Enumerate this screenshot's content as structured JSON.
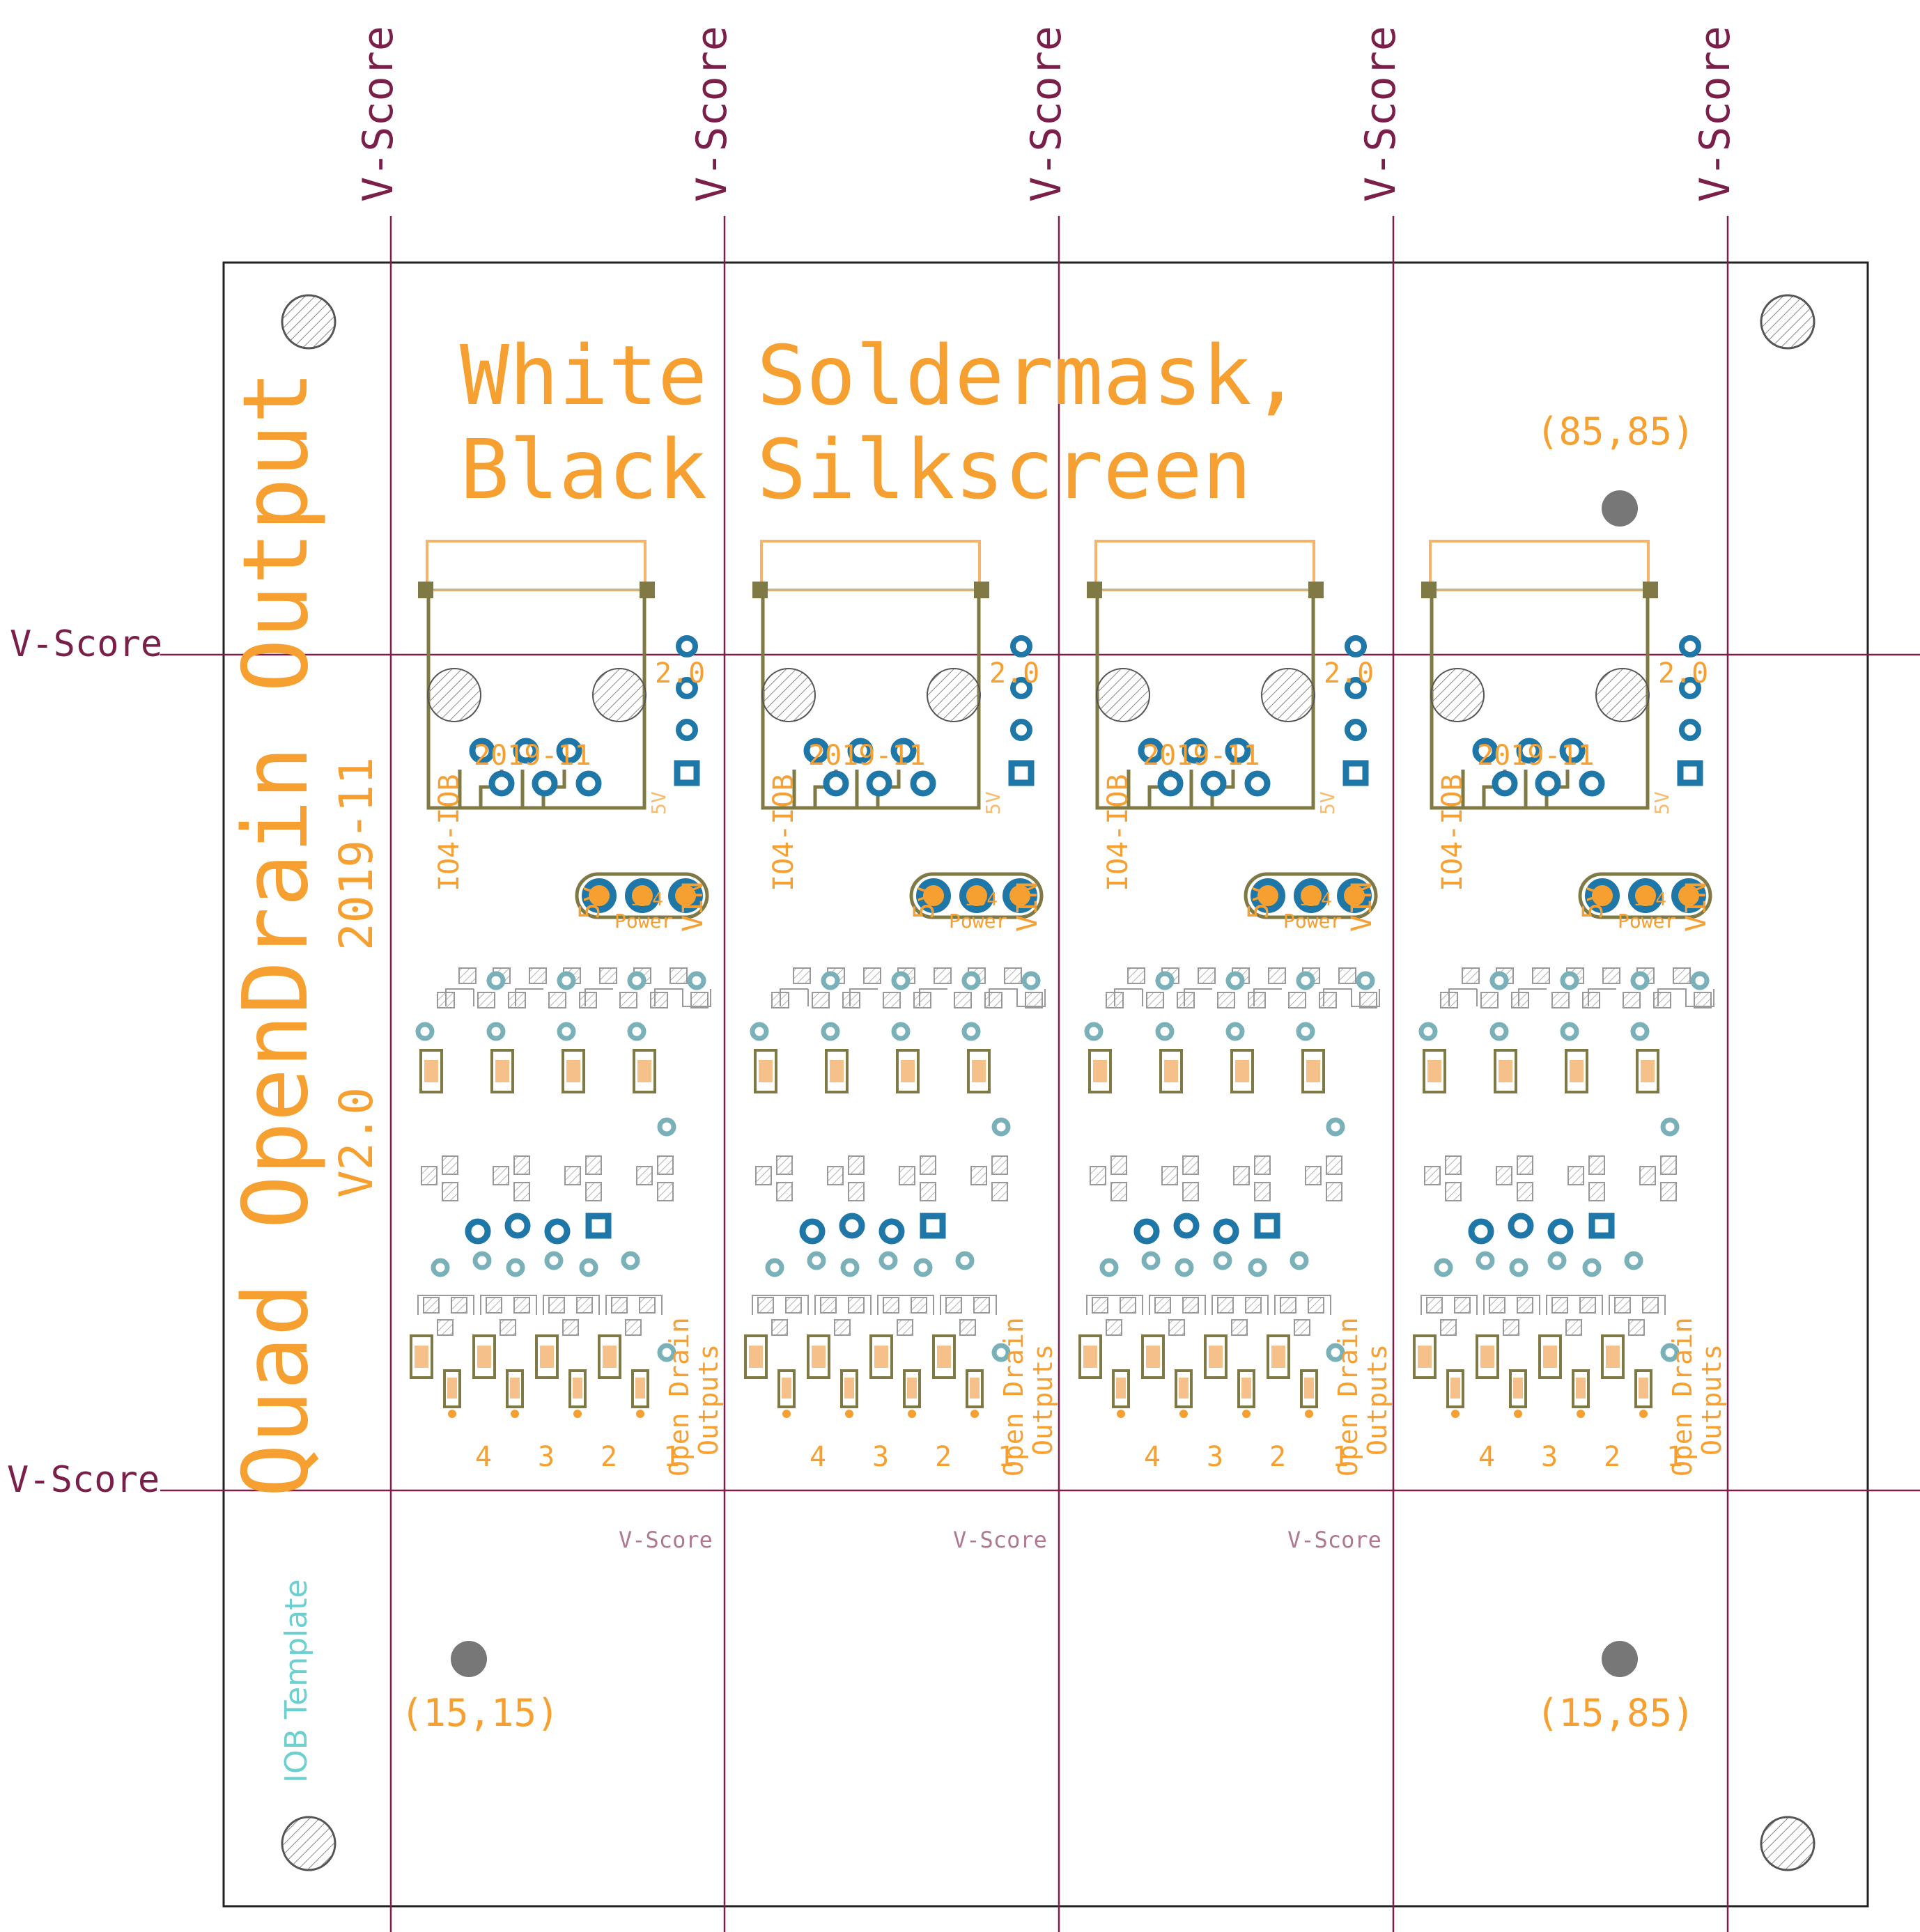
{
  "vscore_label": "V-Score",
  "title_line1": "White Soldermask,",
  "title_line2": "Black Silkscreen",
  "side_title": "Quad OpenDrain Output",
  "side_date": "2019-11",
  "side_version": "V2.0",
  "template_label": "IOB Template",
  "fiducials": {
    "top_right": "(85,85)",
    "bottom_left": "(15,15)",
    "bottom_right": "(15,85)"
  },
  "module": {
    "version": "2.0",
    "date": "2019-11",
    "part": "IO4-IOB",
    "pin_5v": "5V",
    "power_5v": "5v",
    "power_io4": "IO4",
    "power_label": "Power",
    "power_vin": "VIN",
    "outputs_line1": "Open Drain",
    "outputs_line2": "Outputs",
    "channel_labels": [
      "4",
      "3",
      "2",
      "1"
    ]
  },
  "colors": {
    "vscore": "#7a1f4a",
    "orange_text": "#f5a030",
    "silkscreen": "#7f7a45",
    "pad": "#1f77a8",
    "cyan_text": "#6ccfd0"
  }
}
